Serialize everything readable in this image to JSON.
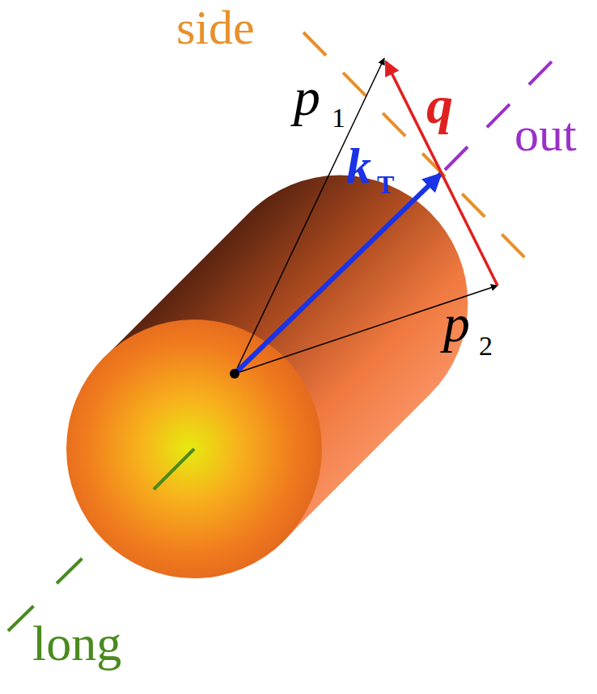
{
  "diagram": {
    "labels": [
      "side",
      "p",
      "1",
      "q",
      "out",
      "k",
      "T",
      "p",
      "2",
      "long"
    ]
  }
}
